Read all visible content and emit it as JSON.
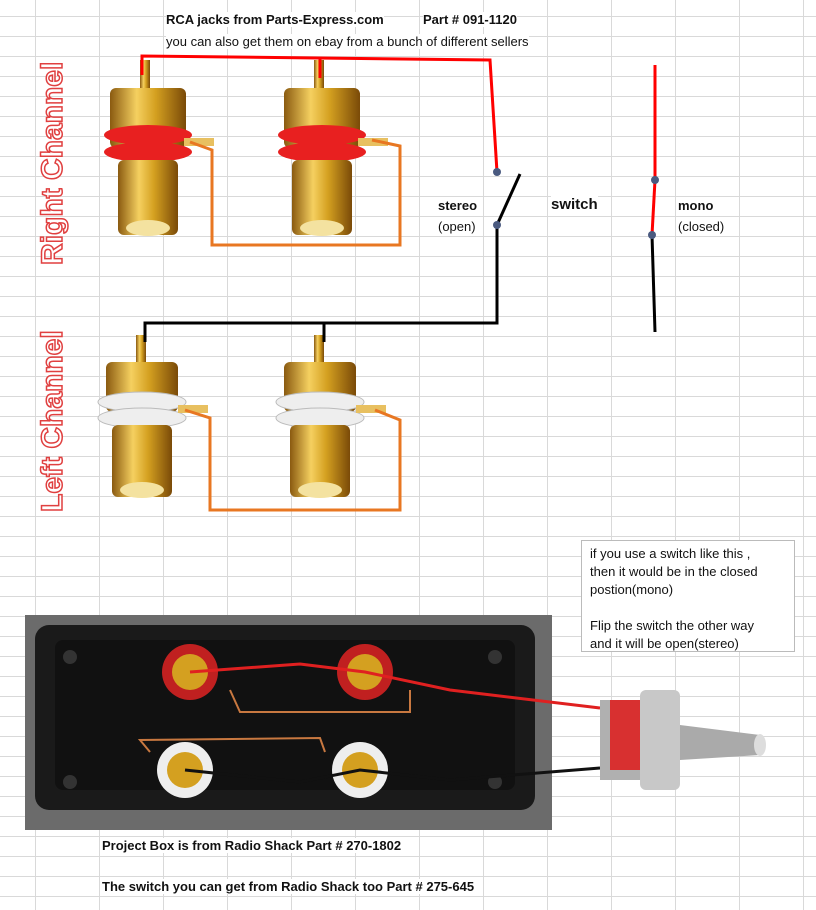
{
  "header": {
    "title": "RCA jacks from Parts-Express.com",
    "part": "Part # 091-1120",
    "subtitle": "you can also get them on ebay from a bunch of different sellers"
  },
  "channels": {
    "right": "Right Channel",
    "left": "Left Channel"
  },
  "switch_diagram": {
    "stereo_label": "stereo",
    "stereo_state": "(open)",
    "switch_label": "switch",
    "mono_label": "mono",
    "mono_state": "(closed)"
  },
  "note": {
    "line1": "if you use a switch like this ,",
    "line2": "then it would be in the closed",
    "line3": "postion(mono)",
    "line4": "Flip the switch the other way",
    "line5": "and it will be open(stereo)"
  },
  "footer": {
    "project_box": "Project Box is from Radio Shack  Part # 270-1802",
    "switch_source": "The switch you can get from Radio Shack too  Part # 275-645"
  },
  "colors": {
    "red_wire": "#ff0000",
    "black_wire": "#000000",
    "orange_wire": "#e87722",
    "gold": "#d4a020",
    "channel_text": "#e04040"
  }
}
